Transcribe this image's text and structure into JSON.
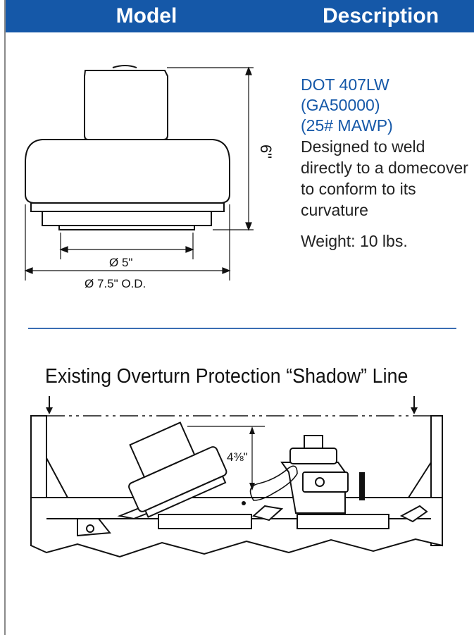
{
  "header": {
    "model_label": "Model",
    "description_label": "Description"
  },
  "model": {
    "dim_height": "6\"",
    "dim_inner_dia": "Ø 5\"",
    "dim_outer_dia": "Ø 7.5\" O.D."
  },
  "description": {
    "line1": "DOT 407LW",
    "line2": "(GA50000)",
    "line3": "(25# MAWP)",
    "body": "Designed to weld directly to a domecover to conform to its curvature",
    "weight": "Weight: 10 lbs."
  },
  "installation": {
    "title": "Existing Overturn Protection “Shadow” Line",
    "clearance": "4⅜\""
  },
  "colors": {
    "header_bg": "#1558a8",
    "accent_text": "#1558a8",
    "divider": "#3a6db3"
  }
}
